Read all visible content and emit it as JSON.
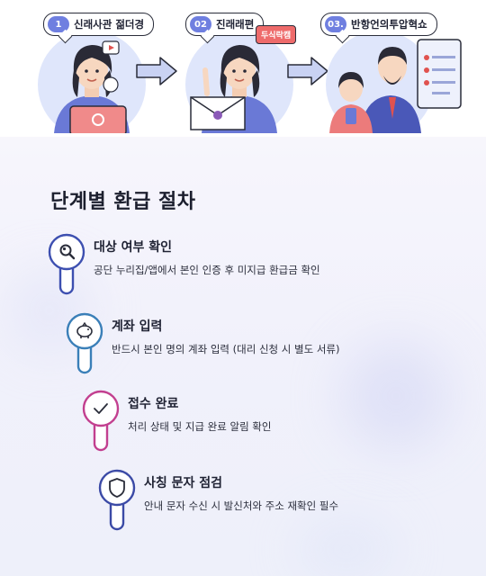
{
  "illustration": {
    "panels": [
      {
        "num": "1",
        "label": "신래사관 젊더경",
        "prop": "video-icon"
      },
      {
        "num": "02",
        "label": "진래래편",
        "badge": "두식락캠",
        "prop": "envelope-icon"
      },
      {
        "num": "03.",
        "label": "반항언의투압혁쇼",
        "prop": "checklist-icon"
      }
    ]
  },
  "heading": "단계별 환급 절차",
  "steps": [
    {
      "title": "대상 여부 확인",
      "desc": "공단 누리집/앱에서 본인 인증 후 미지급 환급금 확인",
      "icon": "search-icon",
      "color": "#3d4fb0"
    },
    {
      "title": "계좌 입력",
      "desc": "반드시 본인 명의 계좌 입력 (대리 신청 시 별도 서류)",
      "icon": "piggy-bank-icon",
      "color": "#3a7fb8"
    },
    {
      "title": "접수 완료",
      "desc": "처리 상태 및 지급 완료 알림 확인",
      "icon": "checkmark-icon",
      "color": "#c23f8f"
    },
    {
      "title": "사칭 문자 점검",
      "desc": "안내 문자 수신 시 발신처와 주소 재확인 필수",
      "icon": "shield-icon",
      "color": "#3b4aa6"
    }
  ]
}
